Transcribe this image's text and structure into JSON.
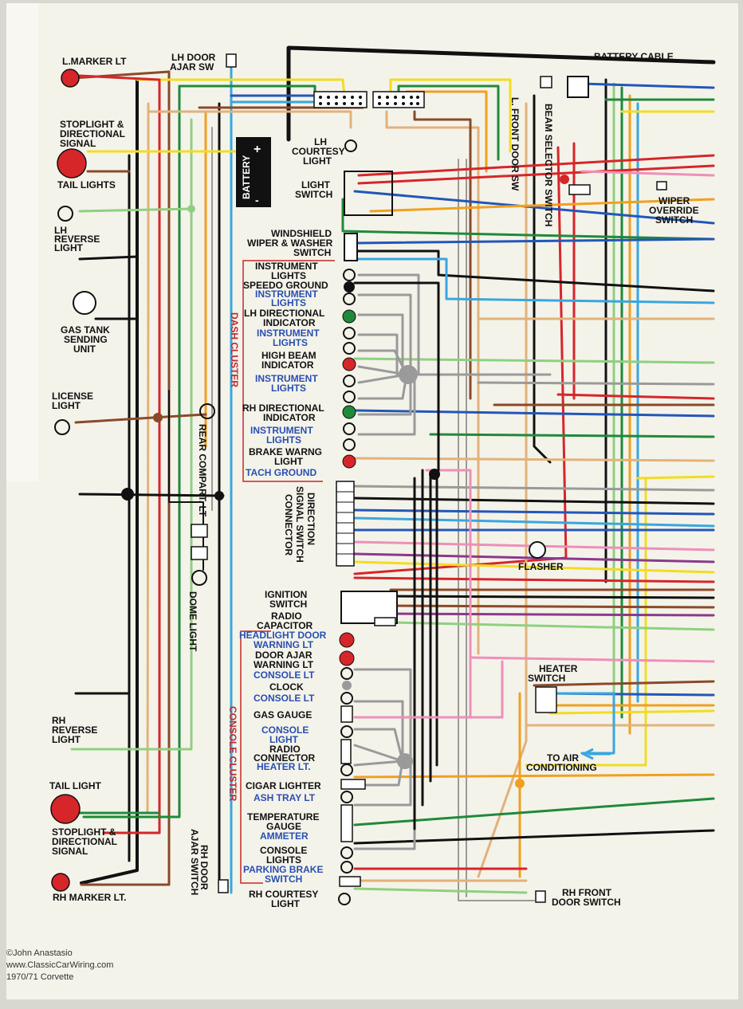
{
  "colors": {
    "paper": "#f4f3ea",
    "black": "#111111",
    "red": "#d6262a",
    "green": "#1f8a3a",
    "lightgreen": "#8fd080",
    "blue": "#2456b8",
    "lightblue": "#3aa6e0",
    "yellow": "#f2dc22",
    "orange": "#f0a020",
    "tan": "#e2b27a",
    "brown": "#8a4a2a",
    "pink": "#ee8fb8",
    "purple": "#8a3a8a",
    "gray": "#9a9a9a",
    "label_blue": "#2a4fb0",
    "label_red": "#c62828"
  },
  "labels": {
    "battery_cable": "BATTERY CABLE",
    "l_marker": "L.MARKER LT",
    "lh_door_ajar_1": "LH DOOR",
    "lh_door_ajar_2": "AJAR SW",
    "stoplight_1": "STOPLIGHT &",
    "stoplight_2": "DIRECTIONAL",
    "stoplight_3": "SIGNAL",
    "tail_lights": "TAIL LIGHTS",
    "lh_reverse_1": "LH",
    "lh_reverse_2": "REVERSE",
    "lh_reverse_3": "LIGHT",
    "gas_tank_1": "GAS TANK",
    "gas_tank_2": "SENDING",
    "gas_tank_3": "UNIT",
    "license_1": "LICENSE",
    "license_2": "LIGHT",
    "rh_reverse_1": "RH",
    "rh_reverse_2": "REVERSE",
    "rh_reverse_3": "LIGHT",
    "tail_light": "TAIL LIGHT",
    "stoplight_r1": "STOPLIGHT &",
    "stoplight_r2": "DIRECTIONAL",
    "stoplight_r3": "SIGNAL",
    "rh_marker": "RH MARKER LT.",
    "rear_compart": "REAR COMPART. LT",
    "dome_light": "DOME LIGHT",
    "rh_door_ajar_1": "RH DOOR",
    "rh_door_ajar_2": "AJAR SWITCH",
    "battery": "BATTERY",
    "battery_plus": "+",
    "battery_minus": "-",
    "lh_courtesy_1": "LH",
    "lh_courtesy_2": "COURTESY",
    "lh_courtesy_3": "LIGHT",
    "light_switch_1": "LIGHT",
    "light_switch_2": "SWITCH",
    "windshield_1": "WINDSHIELD",
    "windshield_2": "WIPER & WASHER",
    "windshield_3": "SWITCH",
    "l_front_door_sw": "L. FRONT DOOR SW",
    "beam_selector_switch": "BEAM SELECTOR SWITCH",
    "wiper_override_1": "WIPER",
    "wiper_override_2": "OVERRIDE",
    "wiper_override_3": "SWITCH",
    "dash_cluster": "DASH CLUSTER",
    "instrument_lights_1a": "INSTRUMENT",
    "instrument_lights_1b": "LIGHTS",
    "speedo_ground": "SPEEDO GROUND",
    "instrument_lights_2a": "INSTRUMENT",
    "instrument_lights_2b": "LIGHTS",
    "lh_directional_1": "LH DIRECTIONAL",
    "lh_directional_2": "INDICATOR",
    "instrument_lights_3a": "INSTRUMENT",
    "instrument_lights_3b": "LIGHTS",
    "high_beam_1": "HIGH BEAM",
    "high_beam_2": "INDICATOR",
    "instrument_lights_4a": "INSTRUMENT",
    "instrument_lights_4b": "LIGHTS",
    "rh_directional_1": "RH DIRECTIONAL",
    "rh_directional_2": "INDICATOR",
    "instrument_lights_5a": "INSTRUMENT",
    "instrument_lights_5b": "LIGHTS",
    "brake_warng_1": "BRAKE WARNG",
    "brake_warng_2": "LIGHT",
    "tach_ground": "TACH GROUND",
    "direction_connector_1": "DIRECTION",
    "direction_connector_2": "SIGNAL SWITCH",
    "direction_connector_3": "CONNECTOR",
    "flasher": "FLASHER",
    "ignition_1": "IGNITION",
    "ignition_2": "SWITCH",
    "radio_cap_1": "RADIO",
    "radio_cap_2": "CAPACITOR",
    "console_cluster": "CONSOLE CLUSTER",
    "headlight_door_1": "HEADLIGHT DOOR",
    "headlight_door_2": "WARNING LT",
    "door_ajar_1": "DOOR AJAR",
    "door_ajar_2": "WARNING LT",
    "console_lt_1": "CONSOLE LT",
    "clock": "CLOCK",
    "console_lt_2": "CONSOLE LT",
    "gas_gauge": "GAS GAUGE",
    "console_light_1": "CONSOLE",
    "console_light_2": "LIGHT",
    "radio_conn_1": "RADIO",
    "radio_conn_2": "CONNECTOR",
    "heater_lt": "HEATER LT.",
    "cigar_lighter": "CIGAR LIGHTER",
    "ash_tray_lt": "ASH TRAY LT",
    "temp_gauge_1": "TEMPERATURE",
    "temp_gauge_2": "GAUGE",
    "ammeter": "AMMETER",
    "console_lights_1": "CONSOLE",
    "console_lights_2": "LIGHTS",
    "parking_brake_1": "PARKING BRAKE",
    "parking_brake_2": "SWITCH",
    "rh_courtesy_1": "RH COURTESY",
    "rh_courtesy_2": "LIGHT",
    "heater_switch_1": "HEATER",
    "heater_switch_2": "SWITCH",
    "to_air_1": "TO AIR",
    "to_air_2": "CONDITIONING",
    "rh_front_door_1": "RH FRONT",
    "rh_front_door_2": "DOOR SWITCH"
  },
  "credits": {
    "line1": "©John Anastasio",
    "line2": "www.ClassicCarWiring.com",
    "line3": "1970/71 Corvette"
  }
}
